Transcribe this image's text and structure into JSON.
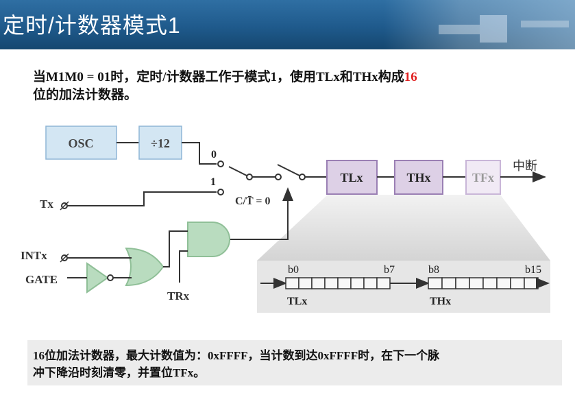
{
  "title": "定时/计数器模式1",
  "intro": {
    "text_a": "当M1M0 = 01时，定时/计数器工作于模式1，使用TLx和THx构成",
    "text_red": "16",
    "text_b": "位的加法计数器。"
  },
  "diagram": {
    "osc": "OSC",
    "div12": "÷12",
    "sw_0": "0",
    "sw_1": "1",
    "ct": "C/T̄ = 0",
    "tx": "Tx",
    "intx": "INTx",
    "gate": "GATE",
    "trx": "TRx",
    "tlx": "TLx",
    "thx": "THx",
    "tfx": "TFx",
    "interrupt": "中断",
    "b0": "b0",
    "b7": "b7",
    "b8": "b8",
    "b15": "b15",
    "tlx_label": "TLx",
    "thx_label": "THx"
  },
  "note": {
    "line1": "16位加法计数器，最大计数值为：0xFFFF，当计数到达0xFFFF时，在下一个脉",
    "line2": "冲下降沿时刻清零，并置位TFx。"
  },
  "colors": {
    "header": "#1f5a8c",
    "osc_fill": "#d3e6f3",
    "counter_fill": "#ddd0e6",
    "gate_fill": "#b9dcbf",
    "accent_red": "#e02020"
  }
}
